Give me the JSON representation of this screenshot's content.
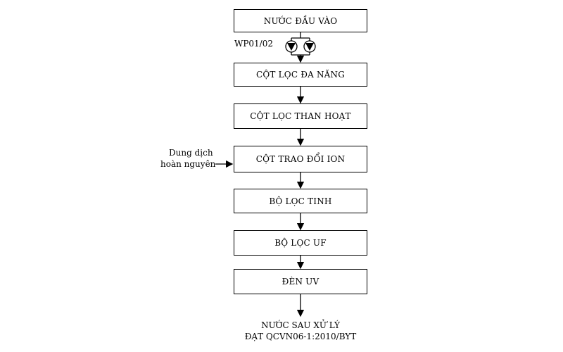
{
  "steps": [
    "NƯỚC ĐẦU VÀO",
    "CỘT LỌC ĐA NĂNG",
    "CỘT LỌC THAN HOẠT",
    "CỘT TRAO ĐỔI ION",
    "BỘ LỌC TINH",
    "BỘ LỌC UF",
    "ĐÈN UV"
  ],
  "pump_label": "WP01/02",
  "side_input": {
    "line1": "Dung dịch",
    "line2": "hoàn nguyên"
  },
  "output": {
    "line1": "NƯỚC SAU XỬ LÝ",
    "line2": "ĐẠT QCVN06-1:2010/BYT"
  }
}
